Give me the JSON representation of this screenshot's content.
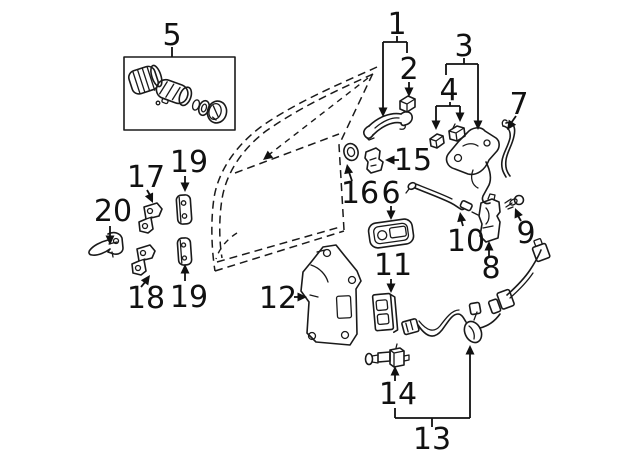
{
  "diagram": {
    "background_color": "#ffffff",
    "line_color": "#1a1a1a",
    "callouts": [
      {
        "label": "1",
        "part": "outside-door-handle"
      },
      {
        "label": "2",
        "part": "handle-end-cap"
      },
      {
        "label": "3",
        "part": "outside-handle-bracket"
      },
      {
        "label": "4",
        "part": "handle-clips"
      },
      {
        "label": "5",
        "part": "lock-cylinder-kit"
      },
      {
        "label": "6",
        "part": "inside-handle-bezel"
      },
      {
        "label": "7",
        "part": "lock-rod"
      },
      {
        "label": "8",
        "part": "door-lock-actuator"
      },
      {
        "label": "9",
        "part": "screw"
      },
      {
        "label": "10",
        "part": "lock-cable"
      },
      {
        "label": "11",
        "part": "door-switch"
      },
      {
        "label": "12",
        "part": "door-module-bracket"
      },
      {
        "label": "13",
        "part": "door-wiring-harness"
      },
      {
        "label": "14",
        "part": "door-check-strap"
      },
      {
        "label": "15",
        "part": "retainer-clip"
      },
      {
        "label": "16",
        "part": "grommet"
      },
      {
        "label": "17",
        "part": "upper-hinge"
      },
      {
        "label": "18",
        "part": "lower-hinge"
      },
      {
        "label": "19",
        "part": "hinge-plate-upper"
      },
      {
        "label": "19",
        "part": "hinge-plate-lower"
      },
      {
        "label": "20",
        "part": "door-stop"
      }
    ]
  }
}
